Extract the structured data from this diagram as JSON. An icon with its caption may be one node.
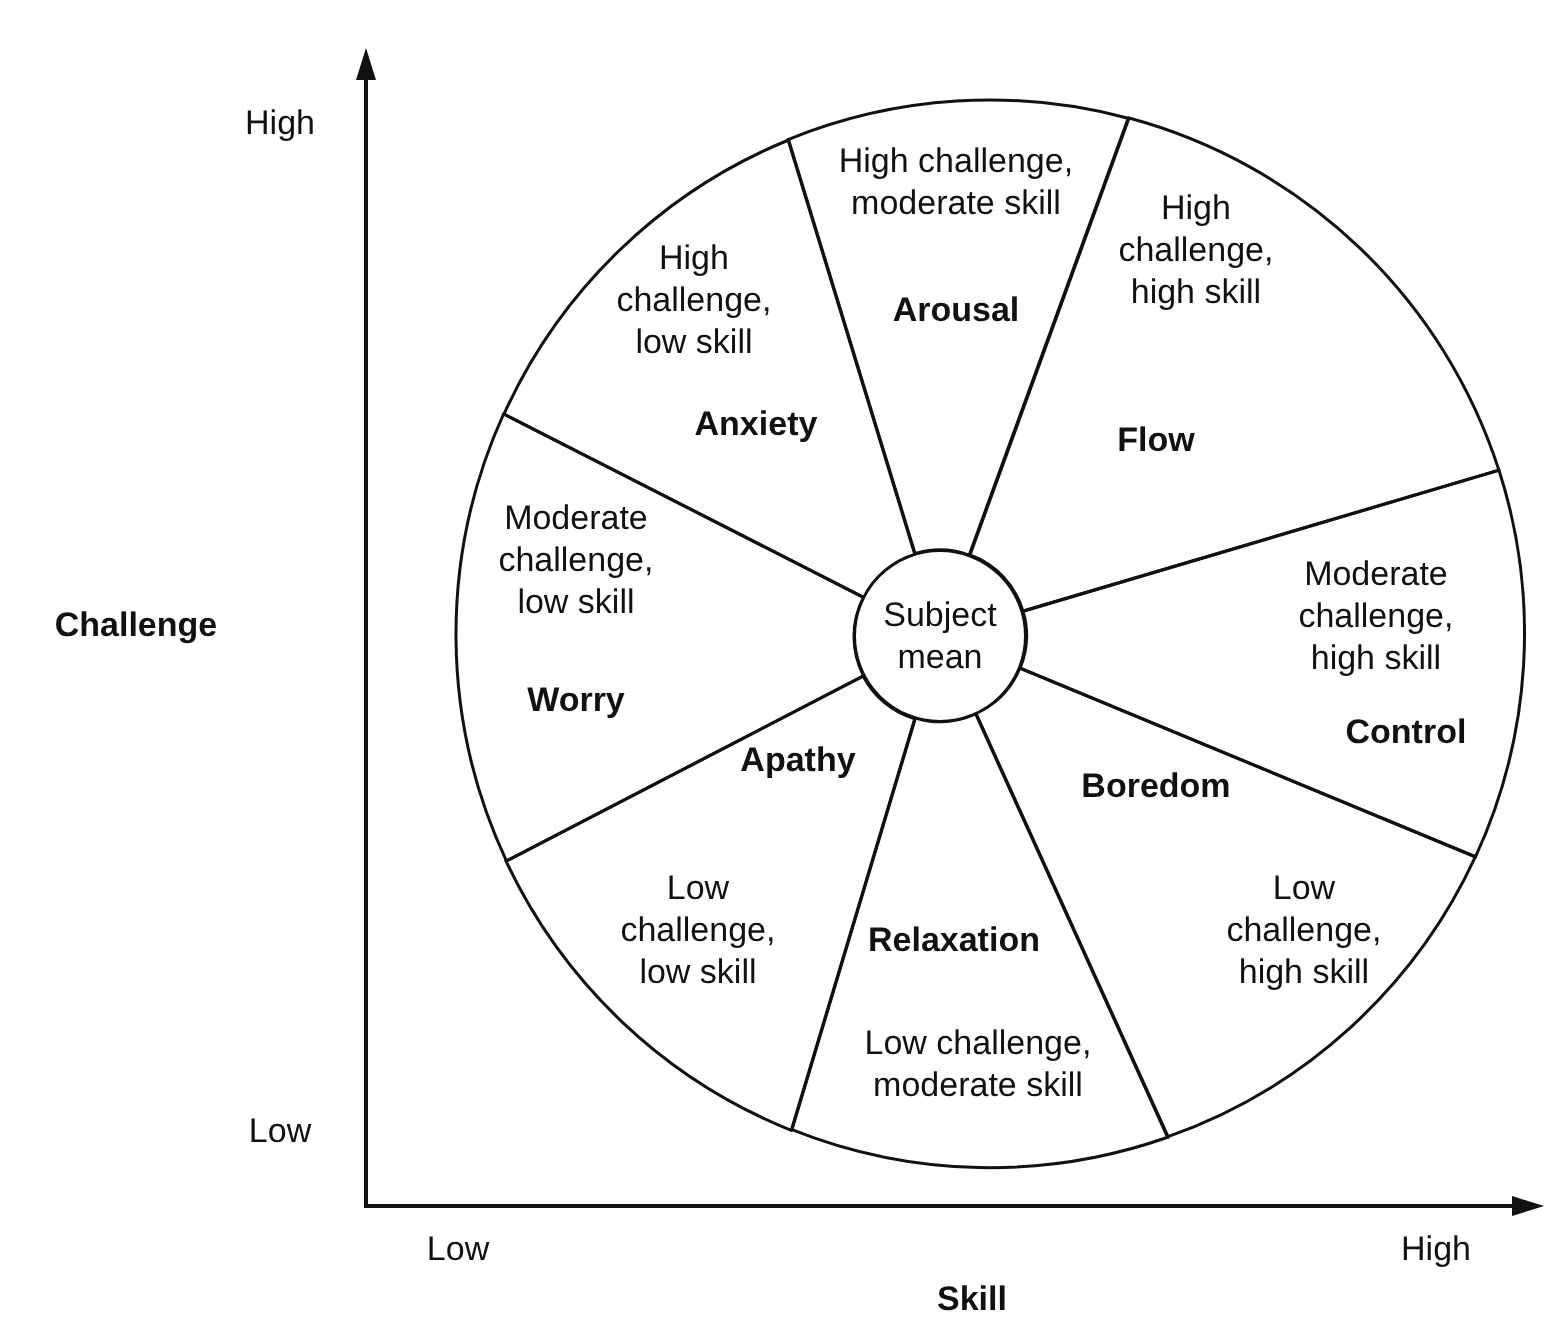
{
  "diagram": {
    "nodes": [
      {
        "text": [
          "High challenge, moderate skill",
          "Arousal"
        ]
      },
      {
        "text": [
          "High challenge, high skill",
          "Flow"
        ]
      },
      {
        "text": [
          "Moderate challenge, high skill",
          "Control"
        ]
      },
      {
        "text": [
          "Boredom",
          "Low challenge, high skill"
        ]
      },
      {
        "text": [
          "Relaxation",
          "Low challenge, moderate skill"
        ]
      },
      {
        "text": [
          "Apathy",
          "Low challenge, low skill"
        ]
      },
      {
        "text": [
          "Moderate challenge, low skill",
          "Worry"
        ]
      },
      {
        "text": [
          "High challenge, low skill",
          "Anxiety"
        ]
      },
      {
        "text": [
          "Subject mean"
        ]
      }
    ],
    "labels": [
      "High",
      "Challenge",
      "Low",
      "Low",
      "High",
      "Skill"
    ]
  }
}
